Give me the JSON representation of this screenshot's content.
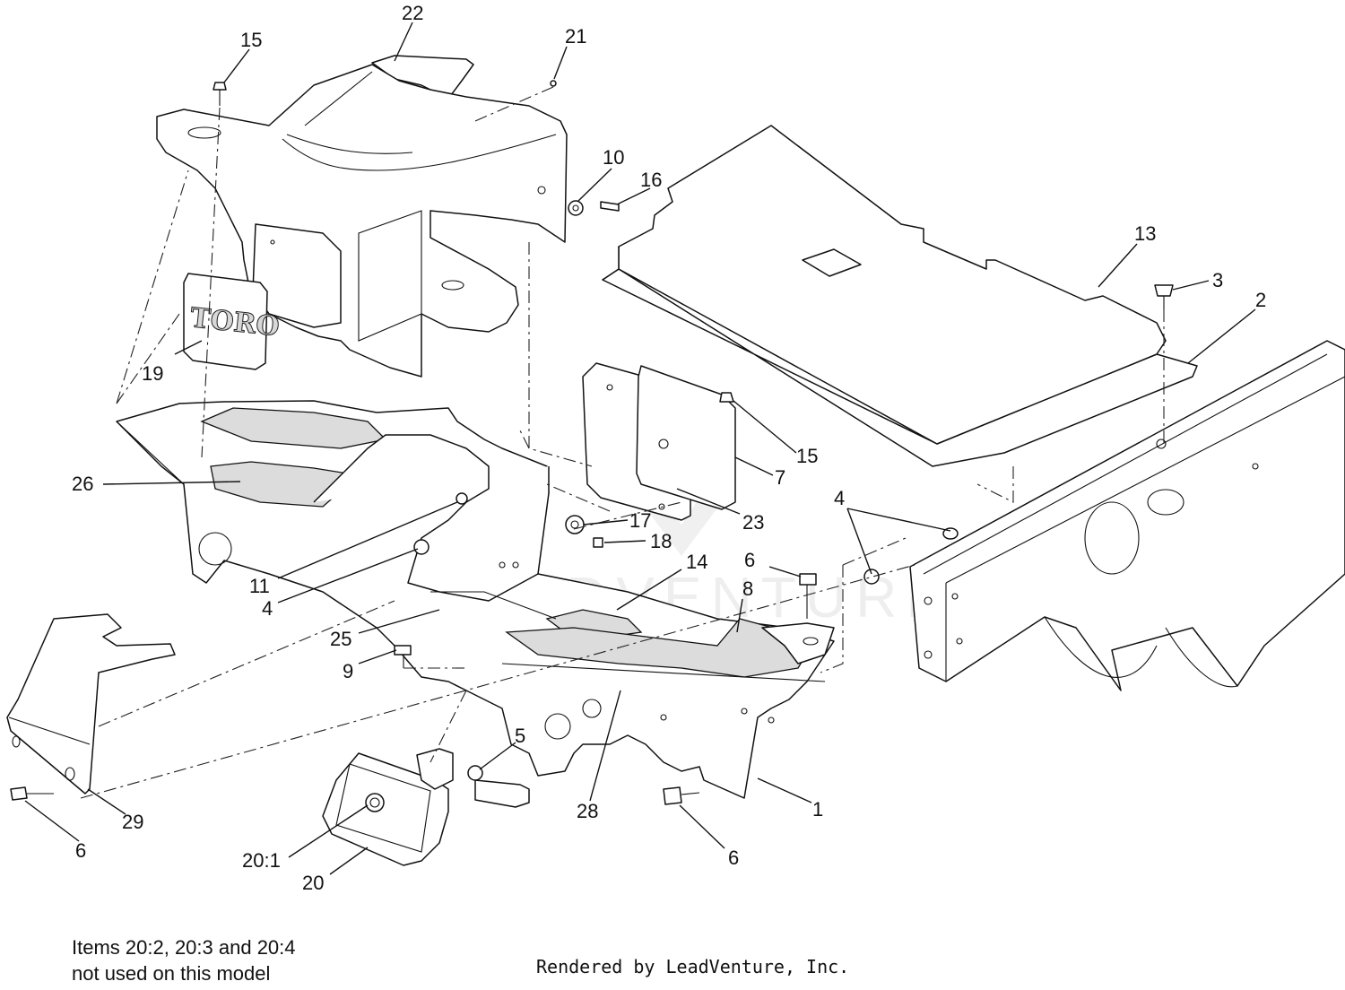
{
  "diagram": {
    "callouts": [
      {
        "id": "c22",
        "label": "22"
      },
      {
        "id": "c21",
        "label": "21"
      },
      {
        "id": "c15a",
        "label": "15"
      },
      {
        "id": "c10",
        "label": "10"
      },
      {
        "id": "c16",
        "label": "16"
      },
      {
        "id": "c13",
        "label": "13"
      },
      {
        "id": "c3",
        "label": "3"
      },
      {
        "id": "c2",
        "label": "2"
      },
      {
        "id": "c19",
        "label": "19"
      },
      {
        "id": "c15b",
        "label": "15"
      },
      {
        "id": "c7",
        "label": "7"
      },
      {
        "id": "c26",
        "label": "26"
      },
      {
        "id": "c23",
        "label": "23"
      },
      {
        "id": "c4a",
        "label": "4"
      },
      {
        "id": "c17",
        "label": "17"
      },
      {
        "id": "c18",
        "label": "18"
      },
      {
        "id": "c14",
        "label": "14"
      },
      {
        "id": "c6a",
        "label": "6"
      },
      {
        "id": "c11",
        "label": "11"
      },
      {
        "id": "c4b",
        "label": "4"
      },
      {
        "id": "c8",
        "label": "8"
      },
      {
        "id": "c25",
        "label": "25"
      },
      {
        "id": "c9",
        "label": "9"
      },
      {
        "id": "c5",
        "label": "5"
      },
      {
        "id": "c29",
        "label": "29"
      },
      {
        "id": "c28",
        "label": "28"
      },
      {
        "id": "c1",
        "label": "1"
      },
      {
        "id": "c6b",
        "label": "6"
      },
      {
        "id": "c6c",
        "label": "6"
      },
      {
        "id": "c20-1",
        "label": "20:1"
      },
      {
        "id": "c20",
        "label": "20"
      }
    ],
    "decal_text": "TORO",
    "watermark_text": "LEADVENTURE"
  },
  "note": {
    "line1": "Items 20:2, 20:3 and 20:4",
    "line2": "not used on this model"
  },
  "credit": "Rendered by LeadVenture, Inc."
}
